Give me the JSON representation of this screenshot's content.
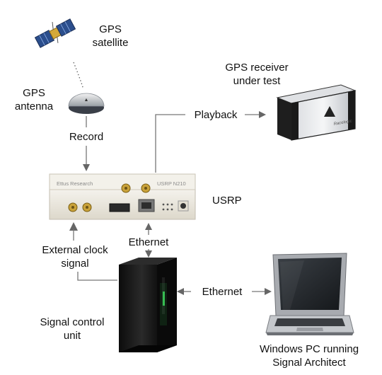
{
  "labels": {
    "gps_satellite": [
      "GPS",
      "satellite"
    ],
    "gps_antenna": [
      "GPS",
      "antenna"
    ],
    "record": "Record",
    "playback": "Playback",
    "gps_receiver": [
      "GPS receiver",
      "under test"
    ],
    "usrp": "USRP",
    "ethernet_top": "Ethernet",
    "ethernet_right": "Ethernet",
    "external_clock": [
      "External clock",
      "signal"
    ],
    "signal_control": [
      "Signal control",
      "unit"
    ],
    "windows_pc": [
      "Windows PC running",
      "Signal Architect"
    ]
  },
  "device": {
    "brand": "Ettus Research",
    "model": "USRP N210",
    "receiver_brand": "Racelogic"
  },
  "colors": {
    "line": "#777777",
    "arrow": "#666666",
    "device_body": "#ebe7dc",
    "tower": "#1a1a1a",
    "tower_light": "#3cd65a",
    "laptop": "#b9bcc0"
  }
}
